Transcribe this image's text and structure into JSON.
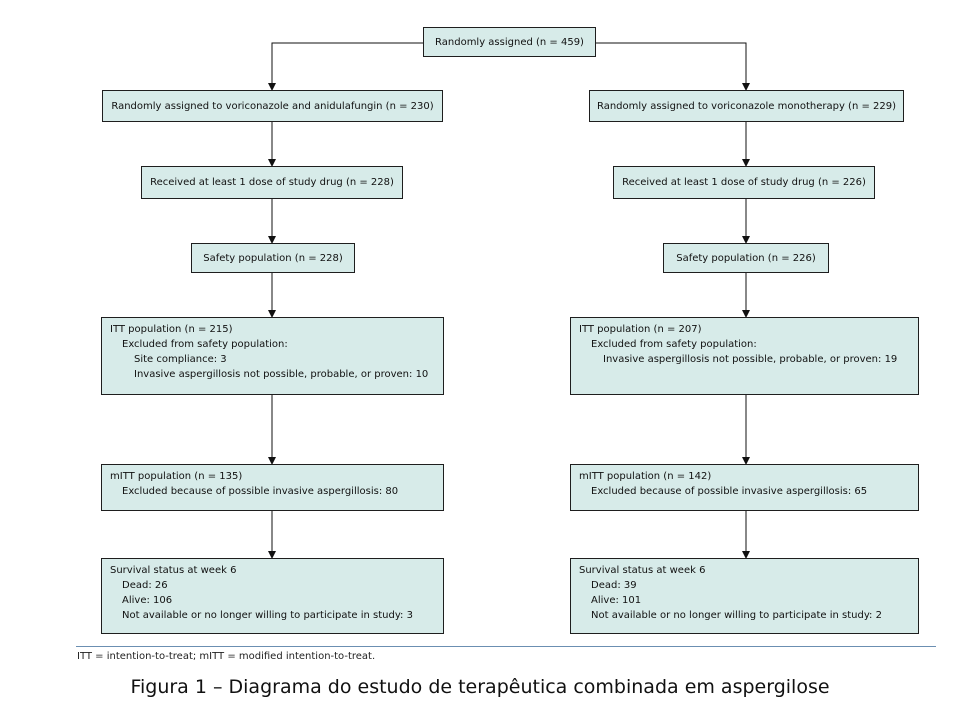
{
  "colors": {
    "box_fill": "#d7ebe9",
    "box_border": "#1e1e1e",
    "rule": "#6b8fb2"
  },
  "root": {
    "label": "Randomly assigned (n = 459)"
  },
  "left": {
    "assigned": "Randomly assigned to voriconazole and anidulafungin (n = 230)",
    "received": "Received at least 1 dose of study drug (n = 228)",
    "safety": "Safety population (n = 228)",
    "itt": {
      "title": "ITT population (n = 215)",
      "excluded": "Excluded from safety population:",
      "reasons": [
        "Site compliance: 3",
        "Invasive aspergillosis not possible, probable, or proven: 10"
      ]
    },
    "mitt": {
      "title": "mITT population (n = 135)",
      "excluded": "Excluded because of possible invasive aspergillosis: 80"
    },
    "survival": {
      "title": "Survival status at week 6",
      "lines": [
        "Dead: 26",
        "Alive: 106",
        "Not available or no longer willing to participate in study: 3"
      ]
    }
  },
  "right": {
    "assigned": "Randomly assigned to voriconazole monotherapy (n = 229)",
    "received": "Received at least 1 dose of study drug (n = 226)",
    "safety": "Safety population (n = 226)",
    "itt": {
      "title": "ITT population (n = 207)",
      "excluded": "Excluded from safety population:",
      "reasons": [
        "Invasive aspergillosis not possible, probable, or proven: 19"
      ]
    },
    "mitt": {
      "title": "mITT population (n = 142)",
      "excluded": "Excluded because of possible invasive aspergillosis: 65"
    },
    "survival": {
      "title": "Survival status at week 6",
      "lines": [
        "Dead: 39",
        "Alive: 101",
        "Not available or no longer willing to participate in study: 2"
      ]
    }
  },
  "footnote": "ITT = intention-to-treat; mITT = modified intention-to-treat.",
  "caption": "Figura 1 – Diagrama do estudo de terapêutica combinada em aspergilose"
}
